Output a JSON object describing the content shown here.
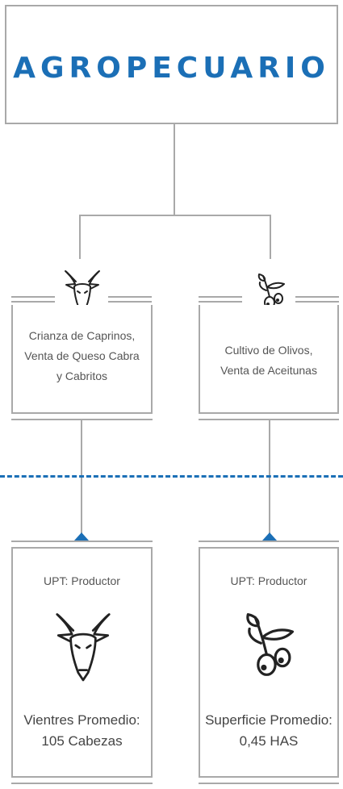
{
  "header": {
    "title": "AGROPECUARIO"
  },
  "left": {
    "activity": [
      "Crianza de Caprinos,",
      "Venta de Queso Cabra",
      "y Cabritos"
    ],
    "upt": "UPT: Productor",
    "stat_label": "Vientres Promedio:",
    "stat_value": "105 Cabezas",
    "icon": "goat-icon"
  },
  "right": {
    "activity": [
      "Cultivo de Olivos,",
      "Venta de Aceitunas"
    ],
    "upt": "UPT: Productor",
    "stat_label": "Superficie Promedio:",
    "stat_value": "0,45 HAS",
    "icon": "olive-icon"
  },
  "colors": {
    "accent": "#1b6fb6",
    "line": "#a9a9a9"
  }
}
